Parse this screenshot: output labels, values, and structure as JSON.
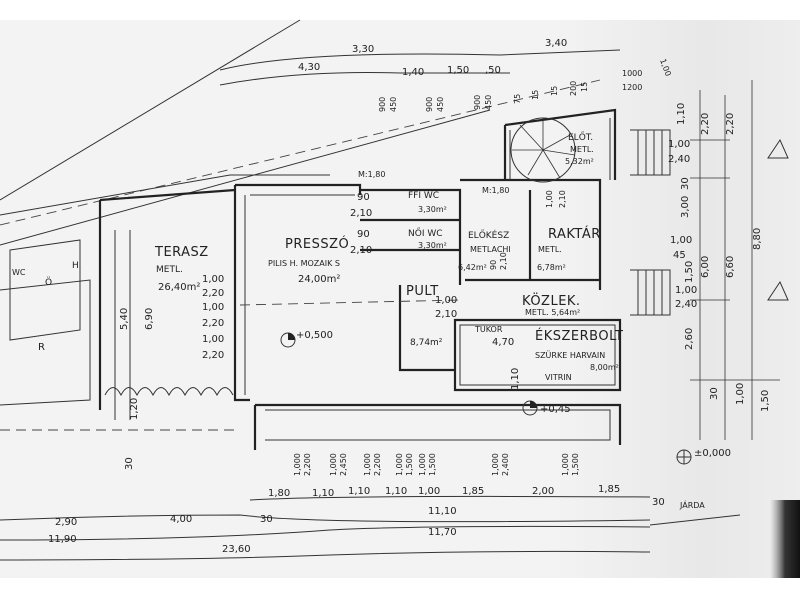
{
  "rooms": {
    "terasz": {
      "name": "TERASZ",
      "floor": "METL.",
      "area": "26,40m²"
    },
    "presszo": {
      "name": "PRESSZÓ",
      "floor": "PILIS H. MOZAIK S",
      "area": "24,00m²"
    },
    "ffi_wc": {
      "name": "FFI WC",
      "area": "3,30m²"
    },
    "noi_wc": {
      "name": "NŐI WC",
      "area": "3,30m²"
    },
    "elokesz": {
      "name": "ELŐKÉSZ",
      "floor": "METLACHI",
      "area": "6,42m²"
    },
    "raktar": {
      "name": "RAKTÁR",
      "floor": "METL.",
      "area": "6,78m²"
    },
    "elot": {
      "name": "ELŐT.",
      "floor": "METL.",
      "area": "5,32m²"
    },
    "pult": {
      "name": "PULT",
      "area": "8,74m²"
    },
    "kozlek": {
      "name": "KÖZLEK.",
      "floor": "METL. 5,64m²"
    },
    "ekszerbolt": {
      "name": "ÉKSZERBOLT",
      "floor": "SZÜRKE HARVAIN",
      "area": "8,00m²",
      "vitrin": "VITRIN",
      "tukor": "TÜKÖR",
      "width": "4,70"
    },
    "left": {
      "wc": "WC",
      "o": "Ö",
      "h": "H.",
      "r": "R"
    }
  },
  "levels": {
    "presszo": "+0,500",
    "entrance": "+0,45",
    "street": "±0,000"
  },
  "labels": {
    "jarda": "JÁRDA",
    "m1": "M:1,80",
    "m2": "M:1,80"
  },
  "openings": {
    "terasz": [
      "1,00",
      "2,20",
      "1,00",
      "2,20",
      "1,00",
      "2,20"
    ],
    "wc": [
      "90",
      "2,10",
      "90",
      "2,10"
    ],
    "pult": [
      "1,00",
      "2,10"
    ],
    "raktar": [
      "1,00",
      "2,10"
    ],
    "elokesz": [
      "90",
      "2,10"
    ]
  },
  "dims_top": {
    "a": "3,30",
    "b": "3,40",
    "c": "4,30",
    "d": "1,40",
    "e": "1,50",
    "f": ",50",
    "v": [
      "900",
      "450",
      "900",
      "450",
      "900",
      "450"
    ],
    "stairs": [
      "75",
      "15",
      "15",
      "200",
      "15",
      "1000",
      "1200",
      "1,00"
    ]
  },
  "dims_right": [
    "1,10",
    "2,20",
    "2,20",
    "1,00",
    "2,40",
    "30",
    "3,00",
    "1,00",
    "45",
    "1,50",
    "6,00",
    "6,60",
    "8,80",
    "1,00",
    "2,40",
    "2,60",
    "30",
    "1,00",
    "1,50"
  ],
  "dims_left": [
    "5,40",
    "6,90",
    "1,20",
    "30",
    "1,10"
  ],
  "dims_bottom": {
    "row1": [
      "1,80",
      "1,10",
      "1,10",
      "1,10",
      "1,00",
      "1,85",
      "2,00",
      "1,85"
    ],
    "vertical": [
      "1,000",
      "2,200",
      "1,000",
      "2,450",
      "1,000",
      "2,200",
      "1,000",
      "1,500",
      "1,000",
      "1,500",
      "1,000",
      "2,400",
      "1,000",
      "1,500"
    ],
    "total_a": "11,10",
    "gap": "30",
    "total_b": "11,70",
    "left": [
      "2,90",
      "4,00",
      "30"
    ],
    "left_total": "11,90",
    "grand_total": "23,60"
  }
}
